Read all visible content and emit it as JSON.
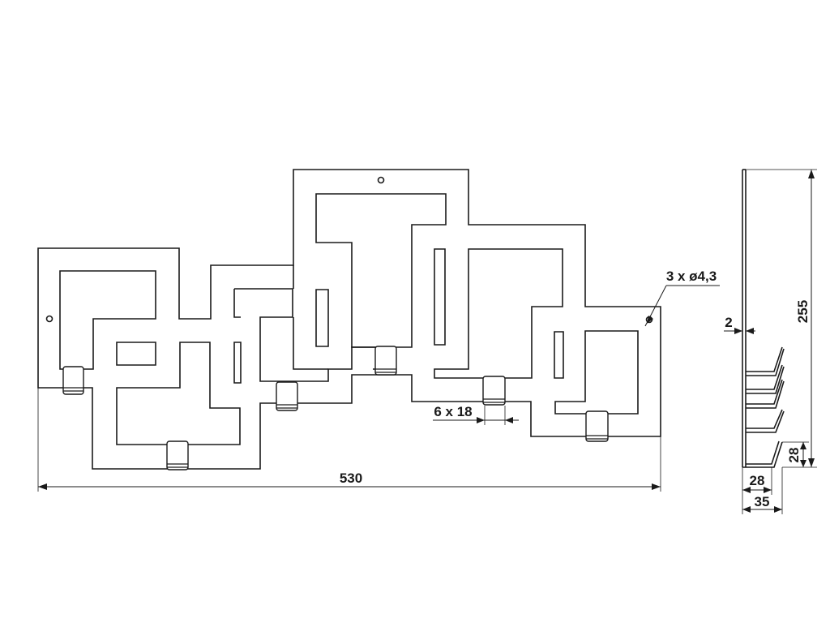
{
  "drawing": {
    "dimensions": {
      "total_width": "530",
      "height": "255",
      "holes": "3 x ø4,3",
      "slots": "6 x 18",
      "thickness": "2",
      "hook_depth_inner": "28",
      "hook_depth_outer": "35",
      "hook_height": "28"
    }
  }
}
